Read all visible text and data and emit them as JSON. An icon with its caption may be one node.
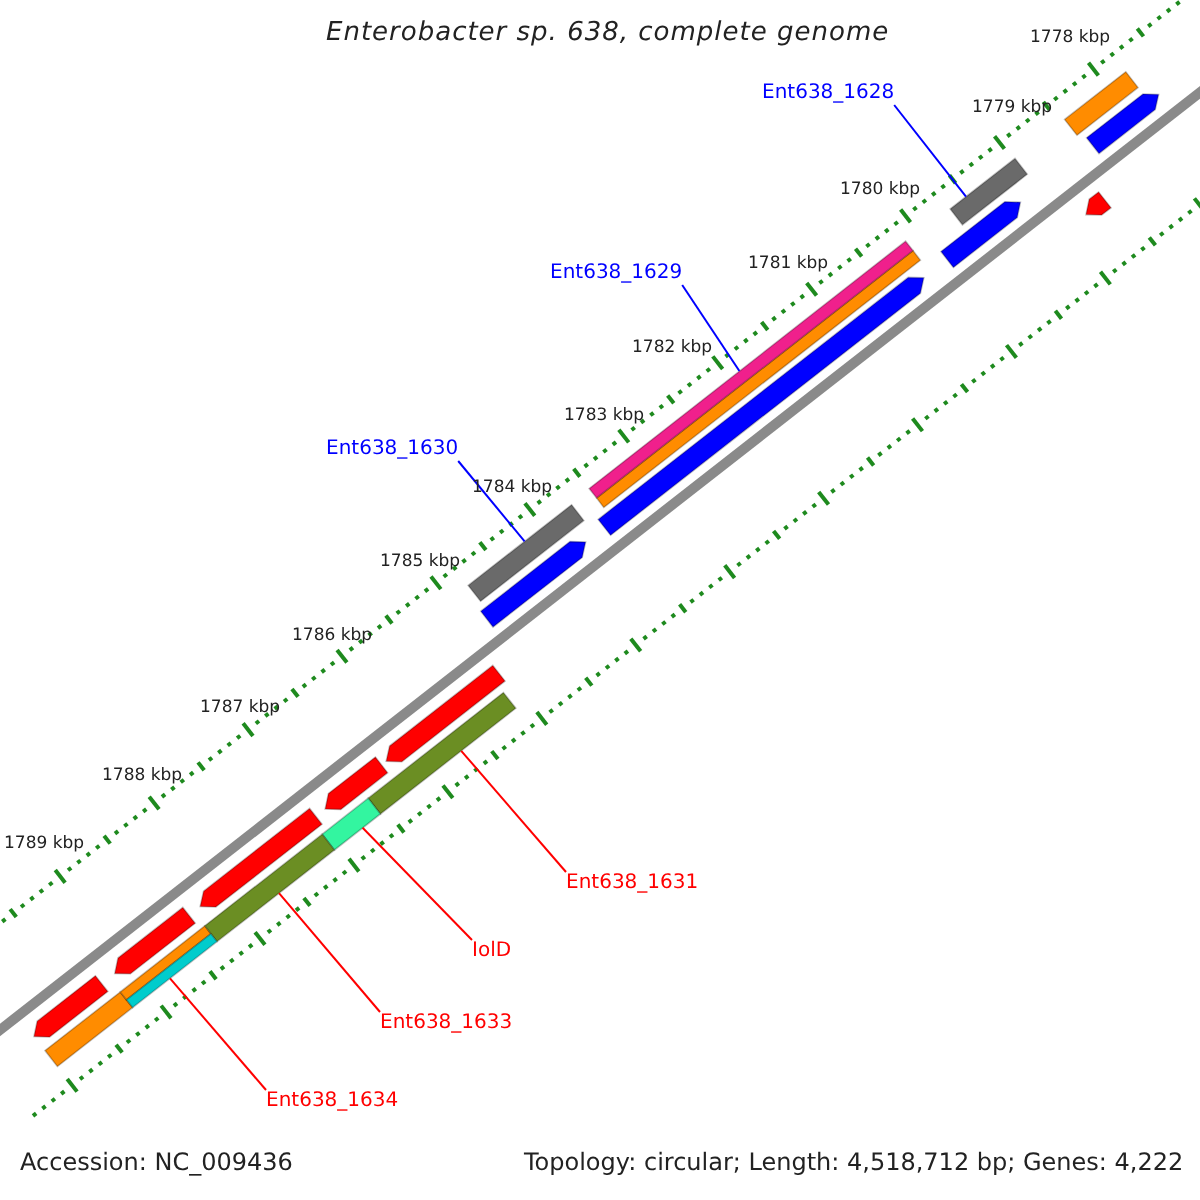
{
  "diagram": {
    "title": "Enterobacter sp. 638, complete genome",
    "nodes": [
      {
        "text": [
          "Ent638_1628"
        ]
      },
      {
        "text": [],
        "shape": "bar"
      },
      {
        "text": [
          "Ent638_1629"
        ]
      },
      {
        "text": [],
        "shape": "bar"
      },
      {
        "text": [
          "Ent638_1630"
        ]
      },
      {
        "text": [],
        "shape": "bar"
      },
      {
        "text": [
          "Ent638_1631"
        ]
      },
      {
        "text": [],
        "shape": "bar"
      },
      {
        "text": [
          "IolD"
        ]
      },
      {
        "text": [],
        "shape": "bar"
      },
      {
        "text": [
          "Ent638_1633"
        ]
      },
      {
        "text": [],
        "shape": "bar"
      },
      {
        "text": [
          "Ent638_1634"
        ]
      },
      {
        "text": [],
        "shape": "bar"
      }
    ],
    "edges": [
      {
        "from": 0,
        "to": 1,
        "arrow": "none",
        "color": "#0000ff"
      },
      {
        "from": 2,
        "to": 3,
        "arrow": "none",
        "color": "#0000ff"
      },
      {
        "from": 4,
        "to": 5,
        "arrow": "none",
        "color": "#0000ff"
      },
      {
        "from": 6,
        "to": 7,
        "arrow": "none"
      },
      {
        "from": 8,
        "to": 9,
        "arrow": "none"
      },
      {
        "from": 10,
        "to": 11,
        "arrow": "none"
      },
      {
        "from": 12,
        "to": 13,
        "arrow": "none"
      }
    ],
    "labels": [
      "1778 kbp",
      "1779 kbp",
      "1780 kbp",
      "1781 kbp",
      "1782 kbp",
      "1783 kbp",
      "1784 kbp",
      "1785 kbp",
      "1786 kbp",
      "1787 kbp",
      "1788 kbp",
      "1789 kbp",
      "Accession: NC_009436",
      "Topology: circular; Length: 4,518,712 bp; Genes: 4,222"
    ]
  }
}
